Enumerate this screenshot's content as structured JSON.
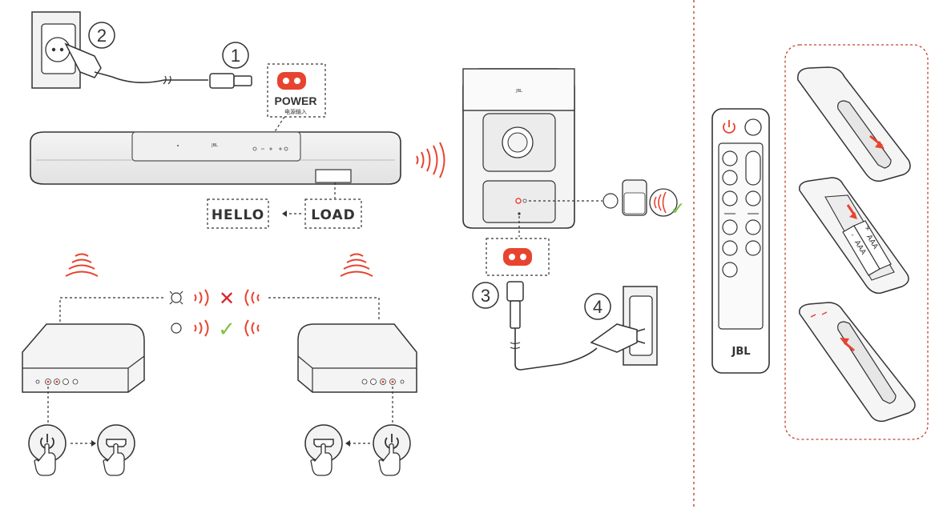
{
  "steps": {
    "one": "1",
    "two": "2",
    "three": "3",
    "four": "4"
  },
  "power_label": {
    "en": "POWER",
    "zh": "电源输入"
  },
  "display": {
    "load": "LOAD",
    "hello": "HELLO"
  },
  "brand": {
    "logo": "JBL"
  },
  "battery": {
    "top": "AAA",
    "bottom": "AAA",
    "plus": "+",
    "minus": "-"
  },
  "status": {
    "fail": "✕",
    "ok": "✓"
  },
  "colors": {
    "accent": "#e8432f",
    "success": "#7cc242",
    "stroke": "#3a3a3a"
  },
  "icons": [
    "power-icon",
    "hdmi-icon",
    "wave-icon",
    "check-icon",
    "cross-icon",
    "outlet-icon",
    "plug-icon",
    "remote-icon"
  ]
}
